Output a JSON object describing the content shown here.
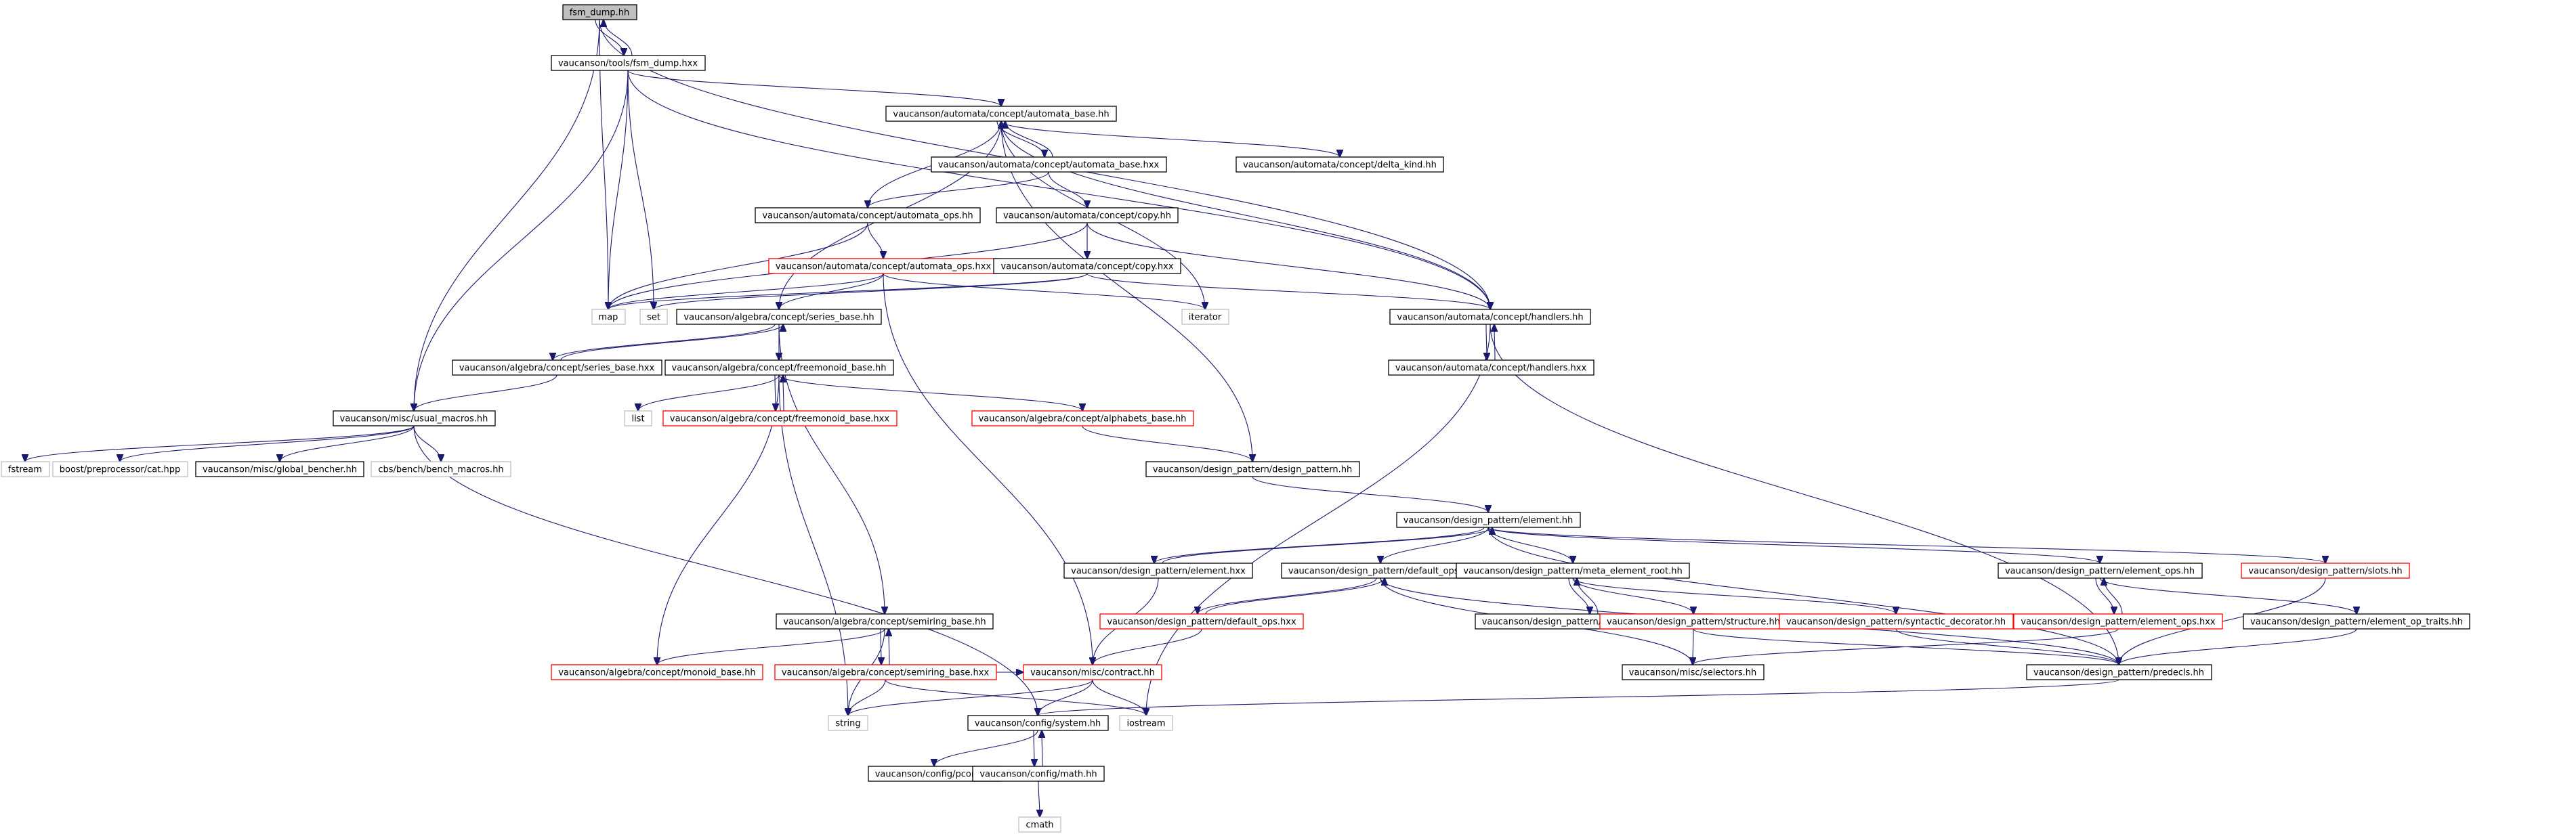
{
  "colors": {
    "edge": "#191970",
    "border_default": "#000000",
    "border_incomplete": "#ff0000",
    "border_external": "#bfbfbf",
    "root_fill": "#bfbfbf",
    "fill": "#ffffff"
  },
  "nodes": [
    {
      "id": "fsm_dump_hh",
      "label": "fsm_dump.hh",
      "kind": "root"
    },
    {
      "id": "fsm_dump_hxx",
      "label": "vaucanson/tools/fsm_dump.hxx",
      "kind": "normal"
    },
    {
      "id": "automata_base_hh",
      "label": "vaucanson/automata/concept/automata_base.hh",
      "kind": "normal"
    },
    {
      "id": "automata_base_hxx",
      "label": "vaucanson/automata/concept/automata_base.hxx",
      "kind": "normal"
    },
    {
      "id": "delta_kind_hh",
      "label": "vaucanson/automata/concept/delta_kind.hh",
      "kind": "normal"
    },
    {
      "id": "automata_ops_hh",
      "label": "vaucanson/automata/concept/automata_ops.hh",
      "kind": "normal"
    },
    {
      "id": "copy_hh",
      "label": "vaucanson/automata/concept/copy.hh",
      "kind": "normal"
    },
    {
      "id": "automata_ops_hxx",
      "label": "vaucanson/automata/concept/automata_ops.hxx",
      "kind": "incomplete"
    },
    {
      "id": "copy_hxx",
      "label": "vaucanson/automata/concept/copy.hxx",
      "kind": "normal"
    },
    {
      "id": "map",
      "label": "map",
      "kind": "external"
    },
    {
      "id": "set",
      "label": "set",
      "kind": "external"
    },
    {
      "id": "series_base_hh",
      "label": "vaucanson/algebra/concept/series_base.hh",
      "kind": "normal"
    },
    {
      "id": "iterator",
      "label": "iterator",
      "kind": "external"
    },
    {
      "id": "handlers_hh",
      "label": "vaucanson/automata/concept/handlers.hh",
      "kind": "normal"
    },
    {
      "id": "handlers_hxx",
      "label": "vaucanson/automata/concept/handlers.hxx",
      "kind": "normal"
    },
    {
      "id": "series_base_hxx",
      "label": "vaucanson/algebra/concept/series_base.hxx",
      "kind": "normal"
    },
    {
      "id": "freemonoid_base_hh",
      "label": "vaucanson/algebra/concept/freemonoid_base.hh",
      "kind": "normal"
    },
    {
      "id": "usual_macros_hh",
      "label": "vaucanson/misc/usual_macros.hh",
      "kind": "normal"
    },
    {
      "id": "list",
      "label": "list",
      "kind": "external"
    },
    {
      "id": "freemonoid_base_hxx",
      "label": "vaucanson/algebra/concept/freemonoid_base.hxx",
      "kind": "incomplete"
    },
    {
      "id": "alphabets_base_hh",
      "label": "vaucanson/algebra/concept/alphabets_base.hh",
      "kind": "incomplete"
    },
    {
      "id": "fstream",
      "label": "fstream",
      "kind": "external"
    },
    {
      "id": "cat_hpp",
      "label": "boost/preprocessor/cat.hpp",
      "kind": "external"
    },
    {
      "id": "global_bencher_hh",
      "label": "vaucanson/misc/global_bencher.hh",
      "kind": "normal"
    },
    {
      "id": "bench_macros_hh",
      "label": "cbs/bench/bench_macros.hh",
      "kind": "external"
    },
    {
      "id": "design_pattern_hh",
      "label": "vaucanson/design_pattern/design_pattern.hh",
      "kind": "normal"
    },
    {
      "id": "element_hh",
      "label": "vaucanson/design_pattern/element.hh",
      "kind": "normal"
    },
    {
      "id": "element_hxx",
      "label": "vaucanson/design_pattern/element.hxx",
      "kind": "normal"
    },
    {
      "id": "default_ops_hh",
      "label": "vaucanson/design_pattern/default_ops.hh",
      "kind": "normal"
    },
    {
      "id": "meta_element_root_hh",
      "label": "vaucanson/design_pattern/meta_element_root.hh",
      "kind": "normal"
    },
    {
      "id": "element_ops_hh",
      "label": "vaucanson/design_pattern/element_ops.hh",
      "kind": "normal"
    },
    {
      "id": "slots_hh",
      "label": "vaucanson/design_pattern/slots.hh",
      "kind": "incomplete"
    },
    {
      "id": "default_ops_hxx",
      "label": "vaucanson/design_pattern/default_ops.hxx",
      "kind": "incomplete"
    },
    {
      "id": "meta_element_root_hxx",
      "label": "vaucanson/design_pattern/meta_element_root.hxx",
      "kind": "normal"
    },
    {
      "id": "structure_hh",
      "label": "vaucanson/design_pattern/structure.hh",
      "kind": "incomplete"
    },
    {
      "id": "syntactic_decorator_hh",
      "label": "vaucanson/design_pattern/syntactic_decorator.hh",
      "kind": "incomplete"
    },
    {
      "id": "element_ops_hxx",
      "label": "vaucanson/design_pattern/element_ops.hxx",
      "kind": "incomplete"
    },
    {
      "id": "element_op_traits_hh",
      "label": "vaucanson/design_pattern/element_op_traits.hh",
      "kind": "normal"
    },
    {
      "id": "semiring_base_hh",
      "label": "vaucanson/algebra/concept/semiring_base.hh",
      "kind": "normal"
    },
    {
      "id": "monoid_base_hh",
      "label": "vaucanson/algebra/concept/monoid_base.hh",
      "kind": "incomplete"
    },
    {
      "id": "semiring_base_hxx",
      "label": "vaucanson/algebra/concept/semiring_base.hxx",
      "kind": "incomplete"
    },
    {
      "id": "contract_hh",
      "label": "vaucanson/misc/contract.hh",
      "kind": "incomplete"
    },
    {
      "id": "selectors_hh",
      "label": "vaucanson/misc/selectors.hh",
      "kind": "normal"
    },
    {
      "id": "predecls_hh",
      "label": "vaucanson/design_pattern/predecls.hh",
      "kind": "normal"
    },
    {
      "id": "string",
      "label": "string",
      "kind": "external"
    },
    {
      "id": "system_hh",
      "label": "vaucanson/config/system.hh",
      "kind": "normal"
    },
    {
      "id": "iostream",
      "label": "iostream",
      "kind": "external"
    },
    {
      "id": "pconf_hh",
      "label": "vaucanson/config/pconf.hh",
      "kind": "normal"
    },
    {
      "id": "math_hh",
      "label": "vaucanson/config/math.hh",
      "kind": "normal"
    },
    {
      "id": "cmath",
      "label": "cmath",
      "kind": "external"
    }
  ],
  "edges": [
    [
      "fsm_dump_hh",
      "fsm_dump_hxx"
    ],
    [
      "fsm_dump_hxx",
      "fsm_dump_hh"
    ],
    [
      "fsm_dump_hh",
      "usual_macros_hh"
    ],
    [
      "fsm_dump_hh",
      "map"
    ],
    [
      "fsm_dump_hh",
      "handlers_hh"
    ],
    [
      "fsm_dump_hxx",
      "automata_base_hh"
    ],
    [
      "fsm_dump_hxx",
      "map"
    ],
    [
      "fsm_dump_hxx",
      "set"
    ],
    [
      "fsm_dump_hxx",
      "handlers_hh"
    ],
    [
      "fsm_dump_hxx",
      "usual_macros_hh"
    ],
    [
      "automata_base_hh",
      "automata_base_hxx"
    ],
    [
      "automata_base_hxx",
      "automata_base_hh"
    ],
    [
      "automata_base_hh",
      "delta_kind_hh"
    ],
    [
      "automata_base_hh",
      "series_base_hh"
    ],
    [
      "automata_base_hh",
      "handlers_hh"
    ],
    [
      "automata_base_hh",
      "iterator"
    ],
    [
      "automata_base_hh",
      "design_pattern_hh"
    ],
    [
      "automata_base_hxx",
      "automata_ops_hh"
    ],
    [
      "automata_base_hxx",
      "copy_hh"
    ],
    [
      "automata_ops_hh",
      "automata_base_hh"
    ],
    [
      "automata_ops_hh",
      "automata_ops_hxx"
    ],
    [
      "automata_ops_hh",
      "map"
    ],
    [
      "copy_hh",
      "copy_hxx"
    ],
    [
      "copy_hh",
      "handlers_hh"
    ],
    [
      "copy_hh",
      "map"
    ],
    [
      "automata_ops_hxx",
      "series_base_hh"
    ],
    [
      "automata_ops_hxx",
      "iterator"
    ],
    [
      "automata_ops_hxx",
      "contract_hh"
    ],
    [
      "automata_ops_hxx",
      "map"
    ],
    [
      "copy_hxx",
      "set"
    ],
    [
      "copy_hxx",
      "map"
    ],
    [
      "copy_hxx",
      "handlers_hh"
    ],
    [
      "handlers_hh",
      "handlers_hxx"
    ],
    [
      "handlers_hxx",
      "handlers_hh"
    ],
    [
      "handlers_hh",
      "predecls_hh"
    ],
    [
      "handlers_hh",
      "iostream"
    ],
    [
      "series_base_hh",
      "series_base_hxx"
    ],
    [
      "series_base_hxx",
      "series_base_hh"
    ],
    [
      "series_base_hh",
      "freemonoid_base_hh"
    ],
    [
      "series_base_hh",
      "semiring_base_hh"
    ],
    [
      "series_base_hxx",
      "usual_macros_hh"
    ],
    [
      "freemonoid_base_hh",
      "freemonoid_base_hxx"
    ],
    [
      "freemonoid_base_hxx",
      "freemonoid_base_hh"
    ],
    [
      "freemonoid_base_hh",
      "list"
    ],
    [
      "freemonoid_base_hh",
      "alphabets_base_hh"
    ],
    [
      "freemonoid_base_hh",
      "monoid_base_hh"
    ],
    [
      "freemonoid_base_hh",
      "string"
    ],
    [
      "alphabets_base_hh",
      "design_pattern_hh"
    ],
    [
      "usual_macros_hh",
      "fstream"
    ],
    [
      "usual_macros_hh",
      "cat_hpp"
    ],
    [
      "usual_macros_hh",
      "global_bencher_hh"
    ],
    [
      "usual_macros_hh",
      "bench_macros_hh"
    ],
    [
      "usual_macros_hh",
      "system_hh"
    ],
    [
      "design_pattern_hh",
      "element_hh"
    ],
    [
      "element_hh",
      "element_hxx"
    ],
    [
      "element_hxx",
      "element_hh"
    ],
    [
      "element_hh",
      "default_ops_hh"
    ],
    [
      "element_hh",
      "meta_element_root_hh"
    ],
    [
      "element_hh",
      "element_ops_hh"
    ],
    [
      "element_hh",
      "slots_hh"
    ],
    [
      "element_hh",
      "predecls_hh"
    ],
    [
      "element_hxx",
      "contract_hh"
    ],
    [
      "default_ops_hh",
      "default_ops_hxx"
    ],
    [
      "default_ops_hxx",
      "default_ops_hh"
    ],
    [
      "default_ops_hh",
      "selectors_hh"
    ],
    [
      "default_ops_hh",
      "predecls_hh"
    ],
    [
      "default_ops_hxx",
      "contract_hh"
    ],
    [
      "meta_element_root_hh",
      "meta_element_root_hxx"
    ],
    [
      "meta_element_root_hxx",
      "meta_element_root_hh"
    ],
    [
      "meta_element_root_hh",
      "structure_hh"
    ],
    [
      "meta_element_root_hh",
      "syntactic_decorator_hh"
    ],
    [
      "structure_hh",
      "selectors_hh"
    ],
    [
      "structure_hh",
      "predecls_hh"
    ],
    [
      "syntactic_decorator_hh",
      "predecls_hh"
    ],
    [
      "element_ops_hh",
      "element_ops_hxx"
    ],
    [
      "element_ops_hxx",
      "element_ops_hh"
    ],
    [
      "element_ops_hh",
      "element_op_traits_hh"
    ],
    [
      "element_ops_hxx",
      "selectors_hh"
    ],
    [
      "element_op_traits_hh",
      "predecls_hh"
    ],
    [
      "slots_hh",
      "predecls_hh"
    ],
    [
      "semiring_base_hh",
      "semiring_base_hxx"
    ],
    [
      "semiring_base_hxx",
      "semiring_base_hh"
    ],
    [
      "semiring_base_hh",
      "monoid_base_hh"
    ],
    [
      "semiring_base_hh",
      "string"
    ],
    [
      "semiring_base_hxx",
      "contract_hh"
    ],
    [
      "semiring_base_hxx",
      "string"
    ],
    [
      "semiring_base_hxx",
      "iostream"
    ],
    [
      "contract_hh",
      "system_hh"
    ],
    [
      "contract_hh",
      "string"
    ],
    [
      "contract_hh",
      "iostream"
    ],
    [
      "predecls_hh",
      "system_hh"
    ],
    [
      "system_hh",
      "pconf_hh"
    ],
    [
      "system_hh",
      "math_hh"
    ],
    [
      "math_hh",
      "system_hh"
    ],
    [
      "math_hh",
      "cmath"
    ]
  ]
}
